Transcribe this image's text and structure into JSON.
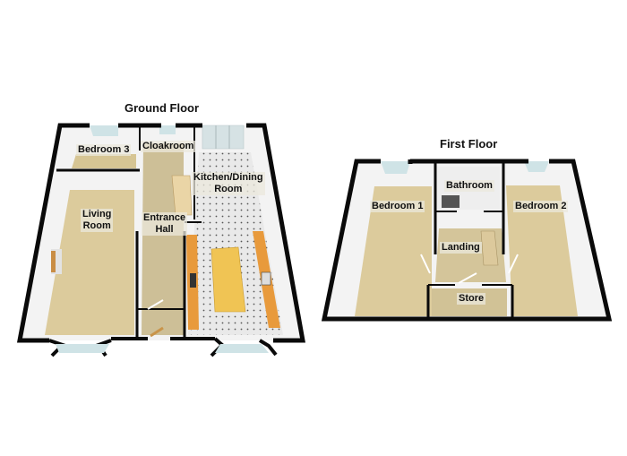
{
  "ground_floor": {
    "title": "Ground Floor",
    "rooms": [
      {
        "name": "Bedroom 3"
      },
      {
        "name": "Cloakroom"
      },
      {
        "name": "Kitchen/Dining\nRoom",
        "line1": "Kitchen/Dining",
        "line2": "Room"
      },
      {
        "name": "Living Room",
        "line1": "Living",
        "line2": "Room"
      },
      {
        "name": "Entrance Hall",
        "line1": "Entrance",
        "line2": "Hall"
      }
    ]
  },
  "first_floor": {
    "title": "First Floor",
    "rooms": [
      {
        "name": "Bathroom"
      },
      {
        "name": "Bedroom 1"
      },
      {
        "name": "Bedroom 2"
      },
      {
        "name": "Landing"
      },
      {
        "name": "Store"
      }
    ]
  },
  "colors": {
    "wall": "#0a0a0a",
    "carpet": "#d9c99a",
    "hall_floor": "#cfc19a",
    "kitchen_floor": "#e8e8e8",
    "worktop": "#e8a040",
    "island": "#f0c050",
    "window": "#cfe3e6",
    "inner_wall": "#f4f4f4"
  }
}
